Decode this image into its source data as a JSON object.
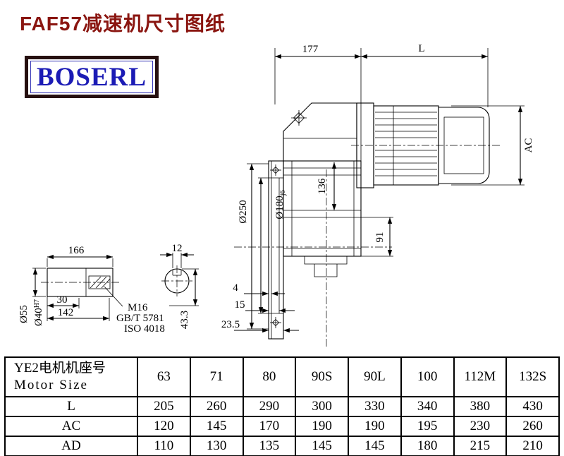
{
  "page": {
    "title": "FAF57减速机尺寸图纸",
    "logo": "BOSERL"
  },
  "drawing": {
    "d177": "177",
    "l_label": "L",
    "ac_label": "AC",
    "dia250": "Ø250",
    "dia180": "Ø180",
    "dia180_tol": "j6",
    "d136": "136",
    "d91": "91",
    "d4": "4",
    "d15": "15",
    "d23_5": "23.5",
    "d166": "166",
    "d12": "12",
    "d30": "30",
    "d142": "142",
    "dia55": "Ø55",
    "dia40": "Ø40",
    "dia40_tol": "H7",
    "m16": "M16",
    "gb_std": "GB/T 5781",
    "iso_std": "ISO 4018",
    "d43_3": "43.3"
  },
  "table": {
    "header_cn": "YE2电机机座号",
    "header_en": "Motor Size",
    "sizes": [
      "63",
      "71",
      "80",
      "90S",
      "90L",
      "100",
      "112M",
      "132S"
    ],
    "rows": [
      {
        "label": "L",
        "values": [
          "205",
          "260",
          "290",
          "300",
          "330",
          "340",
          "380",
          "430"
        ]
      },
      {
        "label": "AC",
        "values": [
          "120",
          "145",
          "170",
          "190",
          "190",
          "195",
          "230",
          "260"
        ]
      },
      {
        "label": "AD",
        "values": [
          "110",
          "130",
          "135",
          "145",
          "145",
          "180",
          "215",
          "210"
        ]
      }
    ]
  }
}
